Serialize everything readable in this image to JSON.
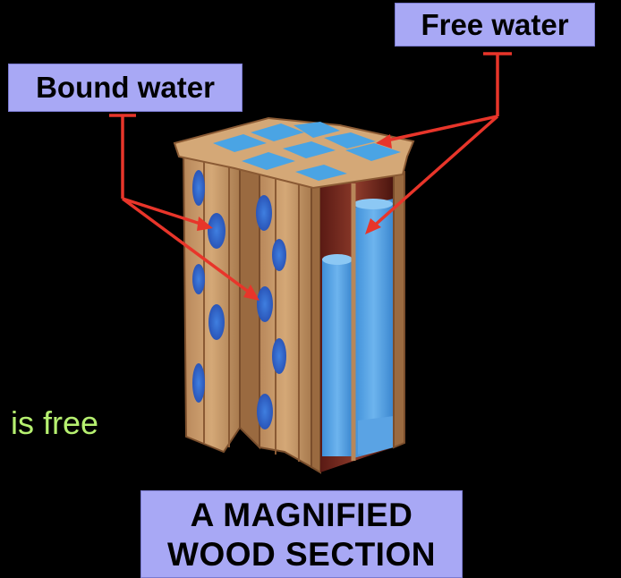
{
  "labels": {
    "free_water": "Free water",
    "bound_water": "Bound water",
    "caption_line1": "A MAGNIFIED",
    "caption_line2": "WOOD SECTION",
    "side_text": "is free"
  },
  "colors": {
    "background": "#000000",
    "label_box": "#a8a8f5",
    "arrow": "#e8352a",
    "wood": "#c89a6a",
    "wood_dark": "#8a5a34",
    "water": "#4a9ee0",
    "side_text": "#b6f070"
  }
}
